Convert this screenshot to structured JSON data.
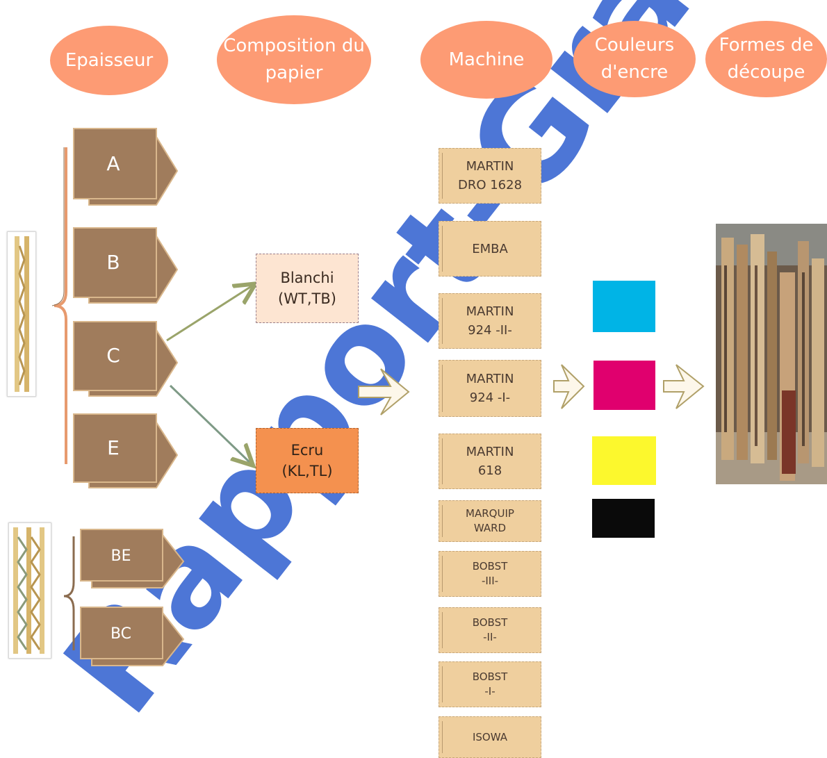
{
  "headers": [
    {
      "label": "Epaisseur"
    },
    {
      "label": "Composition du\npapier"
    },
    {
      "label": "Machine"
    },
    {
      "label": "Couleurs\nd'encre"
    },
    {
      "label": "Formes de\ndécoupe"
    }
  ],
  "thickness": {
    "single": [
      "A",
      "B",
      "C",
      "E"
    ],
    "double": [
      "BE",
      "BC"
    ]
  },
  "composition": [
    {
      "label": "Blanchi\n(WT,TB)",
      "color": "#fde5d2"
    },
    {
      "label": "Ecru\n(KL,TL)",
      "color": "#f4914f"
    }
  ],
  "machines": [
    {
      "label": "MARTIN\nDRO 1628"
    },
    {
      "label": "EMBA"
    },
    {
      "label": "MARTIN\n924 -II-"
    },
    {
      "label": "MARTIN\n924 -I-"
    },
    {
      "label": "MARTIN\n618"
    },
    {
      "label": "MARQUIP\nWARD"
    },
    {
      "label": "BOBST\n-III-"
    },
    {
      "label": "BOBST\n-II-"
    },
    {
      "label": "BOBST\n-I-"
    },
    {
      "label": "ISOWA"
    }
  ],
  "ink_colors": [
    {
      "name": "cyan",
      "hex": "#00b4e6"
    },
    {
      "name": "magenta",
      "hex": "#e0006e"
    },
    {
      "name": "yellow",
      "hex": "#fcf82d"
    },
    {
      "name": "black",
      "hex": "#0a0a0a"
    }
  ],
  "colors": {
    "header_oval": "#fd9b74",
    "thickness_box": "#a07c5c",
    "watermark": "#2f5fd0"
  },
  "watermark_text": "Rapport-Gratuit.com"
}
